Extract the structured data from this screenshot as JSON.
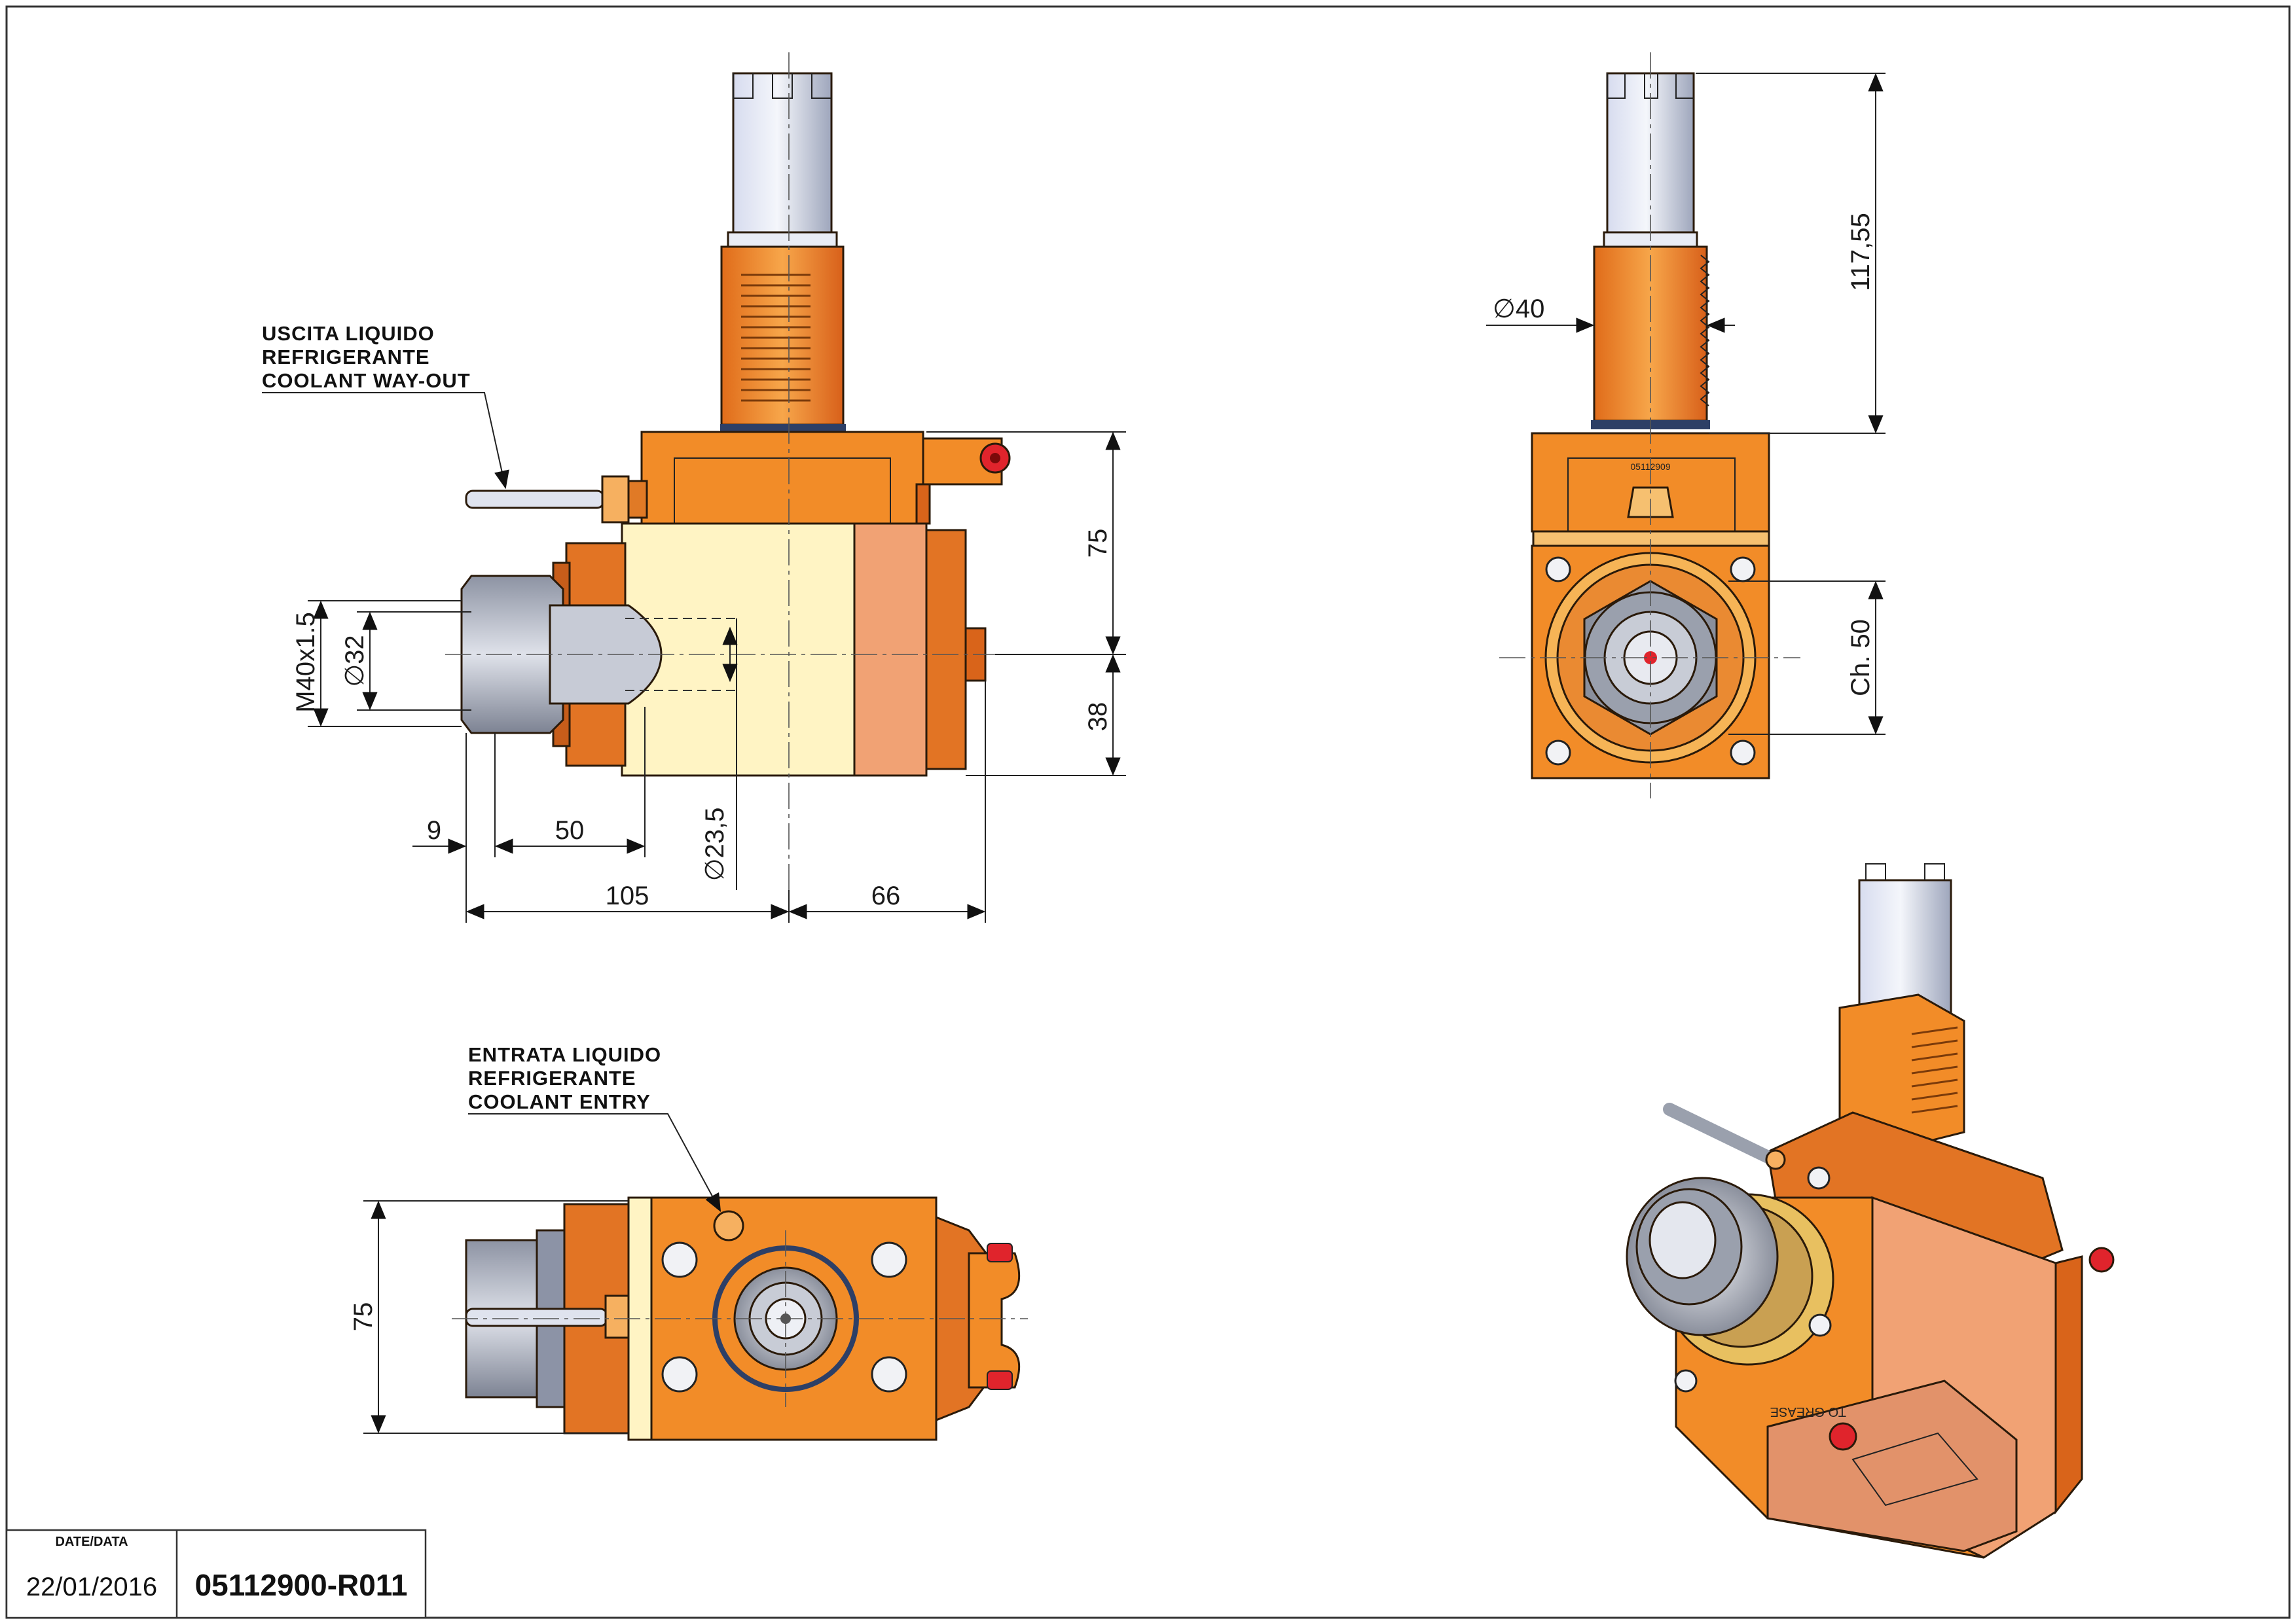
{
  "colors": {
    "orange": "#f28c28",
    "orange_dark": "#d9641a",
    "orange_light": "#f7b25c",
    "cream": "#fff4c4",
    "salmon": "#f1a274",
    "steel": "#b9c2dc",
    "steel_dark": "#8c93a6",
    "red_port": "#e0242c",
    "seal_blue": "#2d3f66"
  },
  "labels": {
    "coolant_out": [
      "USCITA LIQUIDO",
      "REFRIGERANTE",
      "COOLANT WAY-OUT"
    ],
    "coolant_in": [
      "ENTRATA LIQUIDO",
      "REFRIGERANTE",
      "COOLANT ENTRY"
    ]
  },
  "dimensions": {
    "front_height_top": "75",
    "front_height_bottom": "38",
    "thread": "M40x1.5",
    "collet_diameter": "∅32",
    "bore_diameter": "∅23,5",
    "offset_9": "9",
    "offset_50": "50",
    "length_105": "105",
    "length_66": "66",
    "shank_diameter": "∅40",
    "shank_length": "117,55",
    "nut_wrench": "Ch. 50",
    "bottom_width": "75"
  },
  "part_marking": "05112909",
  "iso_marking": "TO GREASE",
  "title_block": {
    "date_header": "DATE/DATA",
    "date": "22/01/2016",
    "code": "05112900-R011"
  }
}
